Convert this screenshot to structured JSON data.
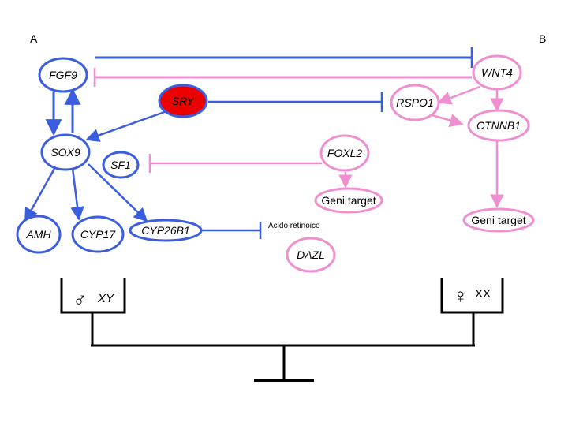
{
  "corner_labels": {
    "left": "A",
    "right": "B"
  },
  "colors": {
    "male": "#3b5de0",
    "female": "#f08fd0",
    "sry_fill": "#ee0000",
    "tree": "#000000"
  },
  "genes": {
    "fgf9": "FGF9",
    "sry": "SRY",
    "sox9": "SOX9",
    "sf1": "SF1",
    "amh": "AMH",
    "cyp17": "CYP17",
    "cyp26b1": "CYP26B1",
    "foxl2": "FOXL2",
    "dazl": "DAZL",
    "wnt4": "WNT4",
    "rspo1": "RSPO1",
    "ctnnb1": "CTNNB1"
  },
  "targets": {
    "foxl2_target": "Geni target",
    "ctnnb1_target": "Geni target"
  },
  "retinoic_acid": "Acido retinoico",
  "sex": {
    "male_symbol": "♂",
    "male_label": "XY",
    "female_symbol": "♀",
    "female_label": "XX"
  }
}
